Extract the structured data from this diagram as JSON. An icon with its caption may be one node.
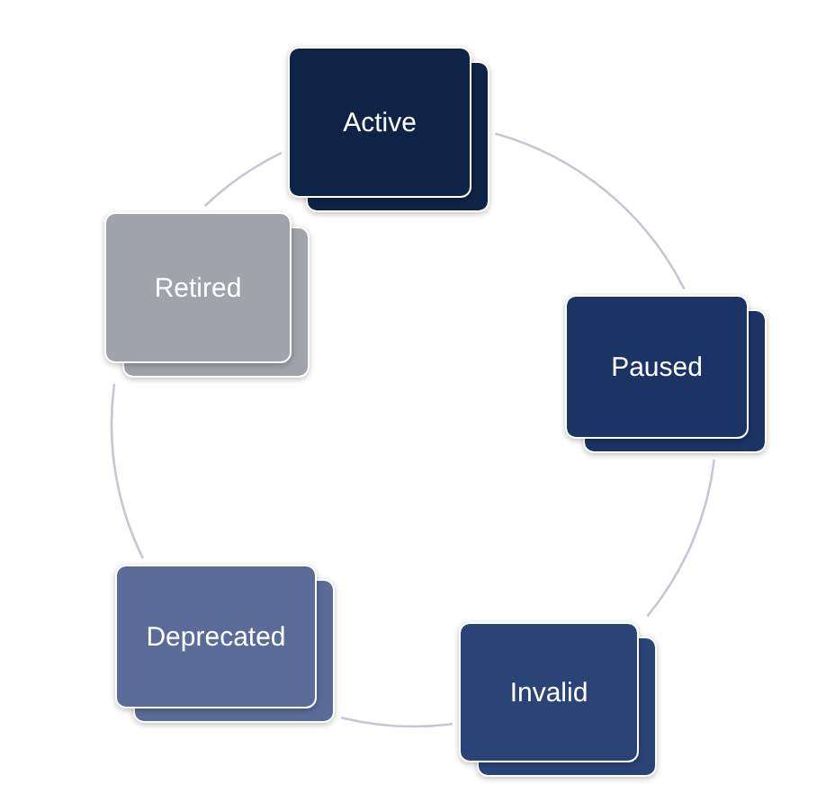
{
  "diagram": {
    "nodes": [
      {
        "text": [
          "Active"
        ]
      },
      {
        "text": [
          "Paused"
        ]
      },
      {
        "text": [
          "Invalid"
        ]
      },
      {
        "text": [
          "Deprecated"
        ]
      },
      {
        "text": [
          "Retired"
        ]
      }
    ],
    "edges": [
      {
        "from": 0,
        "to": 1,
        "arrow": "none"
      },
      {
        "from": 1,
        "to": 2,
        "arrow": "none"
      },
      {
        "from": 2,
        "to": 3,
        "arrow": "none"
      },
      {
        "from": 3,
        "to": 4,
        "arrow": "none"
      },
      {
        "from": 4,
        "to": 0,
        "arrow": "none"
      }
    ]
  }
}
